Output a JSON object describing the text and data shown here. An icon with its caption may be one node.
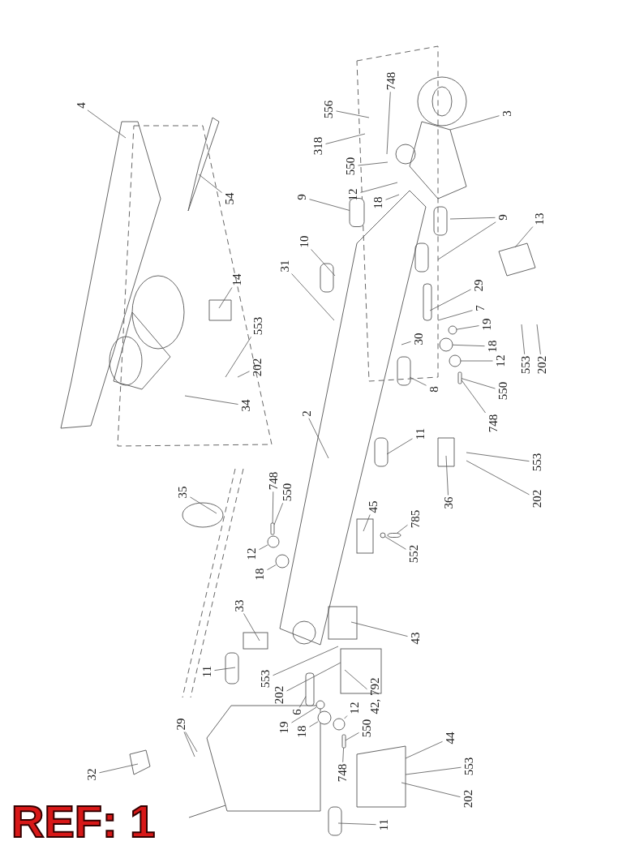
{
  "diagram": {
    "nodes": [
      {
        "text": [
          "4"
        ]
      },
      {
        "text": [
          "54"
        ]
      },
      {
        "text": [
          "556"
        ]
      },
      {
        "text": [
          "318"
        ]
      },
      {
        "text": [
          "748"
        ]
      },
      {
        "text": [
          "550"
        ]
      },
      {
        "text": [
          "3"
        ]
      },
      {
        "text": [
          "12"
        ]
      },
      {
        "text": [
          "18"
        ]
      },
      {
        "text": [
          "9"
        ]
      },
      {
        "text": [
          "9"
        ]
      },
      {
        "text": [
          "10"
        ]
      },
      {
        "text": [
          "31"
        ]
      },
      {
        "text": [
          "13"
        ]
      },
      {
        "text": [
          "29"
        ]
      },
      {
        "text": [
          "7"
        ]
      },
      {
        "text": [
          "19"
        ]
      },
      {
        "text": [
          "18"
        ]
      },
      {
        "text": [
          "12"
        ]
      },
      {
        "text": [
          "550"
        ]
      },
      {
        "text": [
          "748"
        ]
      },
      {
        "text": [
          "553"
        ]
      },
      {
        "text": [
          "202"
        ]
      },
      {
        "text": [
          "30"
        ]
      },
      {
        "text": [
          "8"
        ]
      },
      {
        "text": [
          "14"
        ]
      },
      {
        "text": [
          "553"
        ]
      },
      {
        "text": [
          "202"
        ]
      },
      {
        "text": [
          "34"
        ]
      },
      {
        "text": [
          "2"
        ]
      },
      {
        "text": [
          "11"
        ]
      },
      {
        "text": [
          "36"
        ]
      },
      {
        "text": [
          "553"
        ]
      },
      {
        "text": [
          "202"
        ]
      },
      {
        "text": [
          "45"
        ]
      },
      {
        "text": [
          "785"
        ]
      },
      {
        "text": [
          "552"
        ]
      },
      {
        "text": [
          "43"
        ]
      },
      {
        "text": [
          "35"
        ]
      },
      {
        "text": [
          "748"
        ]
      },
      {
        "text": [
          "550"
        ]
      },
      {
        "text": [
          "12"
        ]
      },
      {
        "text": [
          "18"
        ]
      },
      {
        "text": [
          "33"
        ]
      },
      {
        "text": [
          "11"
        ]
      },
      {
        "text": [
          "553"
        ]
      },
      {
        "text": [
          "202"
        ]
      },
      {
        "text": [
          "6"
        ]
      },
      {
        "text": [
          "19"
        ]
      },
      {
        "text": [
          "18"
        ]
      },
      {
        "text": [
          "12"
        ]
      },
      {
        "text": [
          "550"
        ]
      },
      {
        "text": [
          "748"
        ]
      },
      {
        "text": [
          "42, 792"
        ]
      },
      {
        "text": [
          "44"
        ]
      },
      {
        "text": [
          "553"
        ]
      },
      {
        "text": [
          "202"
        ]
      },
      {
        "text": [
          "32"
        ]
      },
      {
        "text": [
          "29"
        ]
      },
      {
        "text": [
          "11"
        ]
      },
      {
        "text": [],
        "shape": "box"
      },
      {
        "text": [],
        "shape": "circle"
      },
      {
        "text": [],
        "shape": "circle"
      },
      {
        "text": [],
        "shape": "circle"
      },
      {
        "text": [],
        "shape": "circle"
      },
      {
        "text": [],
        "shape": "box"
      },
      {
        "text": [],
        "shape": "circle"
      },
      {
        "text": [],
        "shape": "circle"
      },
      {
        "text": [],
        "shape": "circle"
      },
      {
        "text": [],
        "shape": "box"
      },
      {
        "text": [],
        "shape": "circle"
      },
      {
        "text": [],
        "shape": "box"
      },
      {
        "text": [],
        "shape": "circle"
      },
      {
        "text": [],
        "shape": "box"
      },
      {
        "text": [],
        "shape": "box"
      }
    ],
    "edges": [
      {
        "from": 0,
        "to": null,
        "arrow": "none"
      },
      {
        "from": 1,
        "to": null,
        "arrow": "none"
      },
      {
        "from": 2,
        "to": null,
        "arrow": "none"
      },
      {
        "from": 3,
        "to": null,
        "arrow": "none"
      },
      {
        "from": 4,
        "to": null,
        "arrow": "none"
      },
      {
        "from": 5,
        "to": null,
        "arrow": "none"
      },
      {
        "from": 6,
        "to": null,
        "arrow": "none"
      },
      {
        "from": 7,
        "to": null,
        "arrow": "none"
      },
      {
        "from": 8,
        "to": null,
        "arrow": "none"
      },
      {
        "from": 9,
        "to": 60,
        "arrow": "none"
      },
      {
        "from": 10,
        "to": null,
        "arrow": "none"
      },
      {
        "from": 10,
        "to": null,
        "arrow": "none"
      },
      {
        "from": 11,
        "to": null,
        "arrow": "none"
      },
      {
        "from": 12,
        "to": null,
        "arrow": "none"
      },
      {
        "from": 13,
        "to": null,
        "arrow": "none"
      },
      {
        "from": 14,
        "to": null,
        "arrow": "none"
      },
      {
        "from": 15,
        "to": null,
        "arrow": "none"
      },
      {
        "from": 16,
        "to": 67,
        "arrow": "none"
      },
      {
        "from": 17,
        "to": 61,
        "arrow": "none"
      },
      {
        "from": 18,
        "to": 68,
        "arrow": "none"
      },
      {
        "from": 19,
        "to": 71,
        "arrow": "none"
      },
      {
        "from": 20,
        "to": 71,
        "arrow": "none"
      },
      {
        "from": 21,
        "to": null,
        "arrow": "none"
      },
      {
        "from": 22,
        "to": null,
        "arrow": "none"
      },
      {
        "from": 23,
        "to": null,
        "arrow": "none"
      },
      {
        "from": 24,
        "to": null,
        "arrow": "none"
      },
      {
        "from": 25,
        "to": null,
        "arrow": "none"
      },
      {
        "from": 26,
        "to": null,
        "arrow": "none"
      },
      {
        "from": 27,
        "to": null,
        "arrow": "none"
      },
      {
        "from": 28,
        "to": null,
        "arrow": "none"
      },
      {
        "from": 29,
        "to": null,
        "arrow": "none"
      },
      {
        "from": 30,
        "to": null,
        "arrow": "none"
      },
      {
        "from": 31,
        "to": null,
        "arrow": "none"
      },
      {
        "from": 32,
        "to": null,
        "arrow": "none"
      },
      {
        "from": 33,
        "to": null,
        "arrow": "none"
      },
      {
        "from": 34,
        "to": null,
        "arrow": "none"
      },
      {
        "from": 35,
        "to": 65,
        "arrow": "none"
      },
      {
        "from": 36,
        "to": 66,
        "arrow": "none"
      },
      {
        "from": 37,
        "to": null,
        "arrow": "none"
      },
      {
        "from": 38,
        "to": null,
        "arrow": "none"
      },
      {
        "from": 39,
        "to": 69,
        "arrow": "none"
      },
      {
        "from": 40,
        "to": 69,
        "arrow": "none"
      },
      {
        "from": 41,
        "to": 63,
        "arrow": "none"
      },
      {
        "from": 42,
        "to": 62,
        "arrow": "none"
      },
      {
        "from": 43,
        "to": null,
        "arrow": "none"
      },
      {
        "from": 44,
        "to": null,
        "arrow": "none"
      },
      {
        "from": 45,
        "to": null,
        "arrow": "none"
      },
      {
        "from": 46,
        "to": null,
        "arrow": "none"
      },
      {
        "from": 47,
        "to": 74,
        "arrow": "none"
      },
      {
        "from": 48,
        "to": 70,
        "arrow": "none"
      },
      {
        "from": 49,
        "to": 64,
        "arrow": "none"
      },
      {
        "from": 50,
        "to": 72,
        "arrow": "none"
      },
      {
        "from": 51,
        "to": 73,
        "arrow": "none"
      },
      {
        "from": 52,
        "to": 73,
        "arrow": "none"
      },
      {
        "from": 53,
        "to": null,
        "arrow": "none"
      },
      {
        "from": 54,
        "to": null,
        "arrow": "none"
      },
      {
        "from": 55,
        "to": null,
        "arrow": "none"
      },
      {
        "from": 56,
        "to": null,
        "arrow": "none"
      },
      {
        "from": 57,
        "to": null,
        "arrow": "none"
      },
      {
        "from": 58,
        "to": null,
        "arrow": "none"
      },
      {
        "from": 58,
        "to": null,
        "arrow": "none"
      },
      {
        "from": 59,
        "to": null,
        "arrow": "none"
      }
    ],
    "labels": [
      "REF: 1"
    ]
  }
}
